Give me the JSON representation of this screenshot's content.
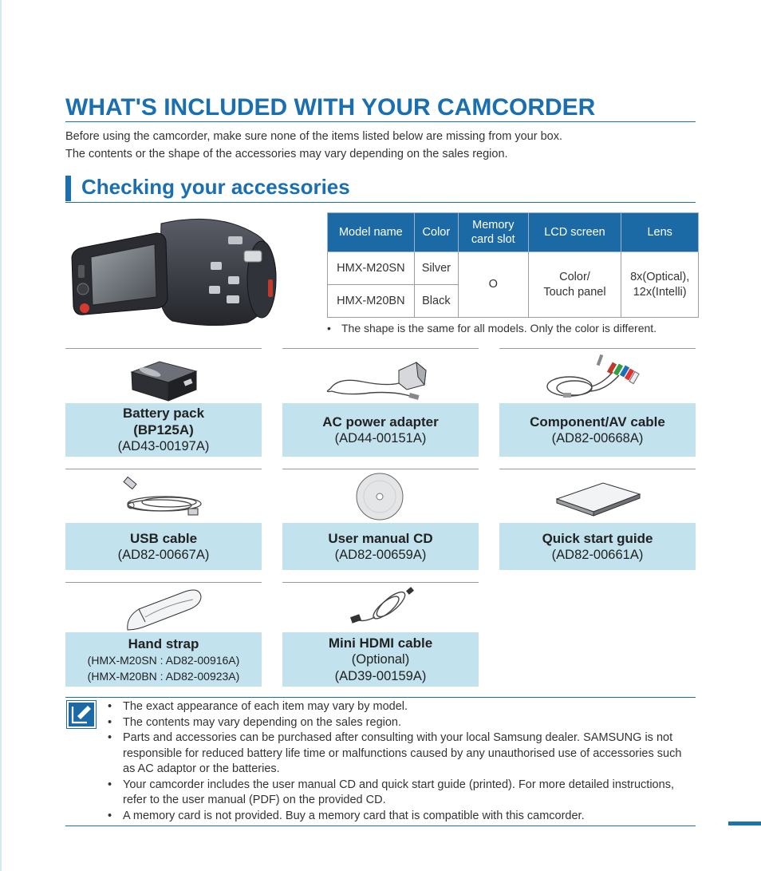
{
  "header": {
    "title": "WHAT'S INCLUDED WITH YOUR CAMCORDER",
    "intro_line1": "Before using the camcorder, make sure none of the items listed below are missing from your box.",
    "intro_line2": "The contents or the shape of the accessories may vary depending on the sales region."
  },
  "section": {
    "title": "Checking your accessories"
  },
  "model_table": {
    "headers": [
      "Model name",
      "Color",
      "Memory card slot",
      "LCD screen",
      "Lens"
    ],
    "header_memory_line1": "Memory",
    "header_memory_line2": "card slot",
    "rows": [
      {
        "model": "HMX-M20SN",
        "color": "Silver"
      },
      {
        "model": "HMX-M20BN",
        "color": "Black"
      }
    ],
    "memory_slot": "O",
    "lcd_line1": "Color/",
    "lcd_line2": "Touch panel",
    "lens_line1": "8x(Optical),",
    "lens_line2": "12x(Intelli)",
    "note": "The shape is the same for all models. Only the color is different."
  },
  "items": {
    "battery": {
      "name_line1": "Battery pack",
      "name_line2": "(BP125A)",
      "code": "(AD43-00197A)"
    },
    "ac_adapter": {
      "name": "AC power adapter",
      "code": "(AD44-00151A)"
    },
    "av_cable": {
      "name": "Component/AV cable",
      "code": "(AD82-00668A)"
    },
    "usb_cable": {
      "name": "USB cable",
      "code": "(AD82-00667A)"
    },
    "manual_cd": {
      "name": "User manual CD",
      "code": "(AD82-00659A)"
    },
    "quick_guide": {
      "name": "Quick start guide",
      "code": "(AD82-00661A)"
    },
    "hand_strap": {
      "name": "Hand strap",
      "code_line1": "(HMX-M20SN : AD82-00916A)",
      "code_line2": "(HMX-M20BN : AD82-00923A)"
    },
    "hdmi_cable": {
      "name": "Mini HDMI cable",
      "note": "(Optional)",
      "code": "(AD39-00159A)"
    }
  },
  "notes": [
    "The exact appearance of each item may vary by model.",
    "The contents may vary depending on the sales region.",
    "Parts and accessories can be purchased after consulting with your local Samsung dealer. SAMSUNG is not responsible for reduced battery life time or malfunctions caused by any unauthorised use of accessories such as AC adaptor or the batteries.",
    "Your camcorder includes the user manual CD and quick start guide (printed). For more detailed instructions, refer to the user manual (PDF) on the provided CD.",
    "A memory card is not provided. Buy a memory card that is compatible with this camcorder."
  ],
  "colors": {
    "accent": "#1a6fb0",
    "table_header": "#1b6aa6",
    "label_bg": "#c2e2ee"
  }
}
